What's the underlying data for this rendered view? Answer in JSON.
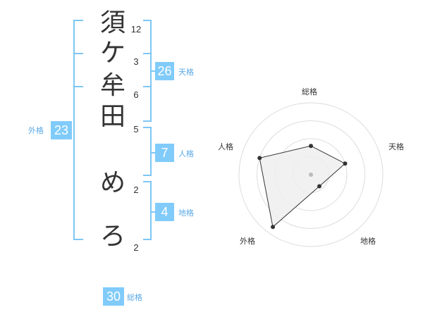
{
  "name": {
    "characters": [
      "須",
      "ケ",
      "牟",
      "田",
      "め",
      "ろ"
    ],
    "strokes": [
      "12",
      "3",
      "6",
      "5",
      "2",
      "2"
    ]
  },
  "scores": {
    "tenkaku": {
      "value": "26",
      "label": "天格"
    },
    "jinkaku": {
      "value": "7",
      "label": "人格"
    },
    "chikaku": {
      "value": "4",
      "label": "地格"
    },
    "gaikaku": {
      "value": "23",
      "label": "外格"
    },
    "soukaku": {
      "value": "30",
      "label": "総格"
    }
  },
  "radar": {
    "axes": [
      "総格",
      "天格",
      "地格",
      "外格",
      "人格"
    ],
    "levels": 4,
    "values": [
      0.4,
      0.5,
      0.2,
      0.9,
      0.75
    ],
    "colors": {
      "grid": "#dddddd",
      "fill": "#eeeeee",
      "line": "#333333",
      "center": "#bbbbbb"
    }
  },
  "colors": {
    "accent": "#80cbfa",
    "bracket": "#7ec6f5",
    "label": "#5aa9e6"
  }
}
